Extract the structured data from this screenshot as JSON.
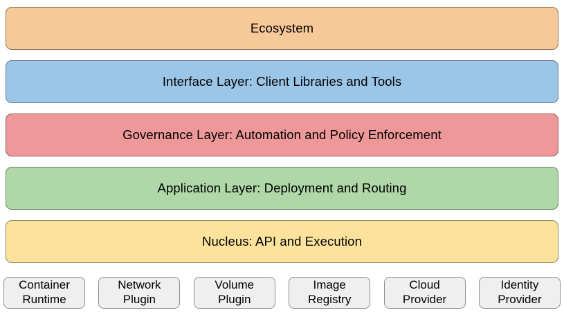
{
  "diagram": {
    "background": "#FFFFFF",
    "text_color": "#000000",
    "layers": [
      {
        "label": "Ecosystem",
        "fill": "#F8C998",
        "border": "#8A7253"
      },
      {
        "label": "Interface Layer: Client Libraries and Tools",
        "fill": "#9BC6E8",
        "border": "#64788A"
      },
      {
        "label": "Governance Layer: Automation and Policy Enforcement",
        "fill": "#EE989A",
        "border": "#8A5F60"
      },
      {
        "label": "Application Layer: Deployment and Routing",
        "fill": "#AFD7A7",
        "border": "#6C8265"
      },
      {
        "label": "Nucleus: API and Execution",
        "fill": "#FBE39D",
        "border": "#8F855E"
      }
    ],
    "providers": {
      "fill": "#EFEFEF",
      "border": "#8D8D8D",
      "items": [
        {
          "label": "Container Runtime"
        },
        {
          "label": "Network Plugin"
        },
        {
          "label": "Volume Plugin"
        },
        {
          "label": "Image Registry"
        },
        {
          "label": "Cloud Provider"
        },
        {
          "label": "Identity Provider"
        }
      ]
    }
  }
}
